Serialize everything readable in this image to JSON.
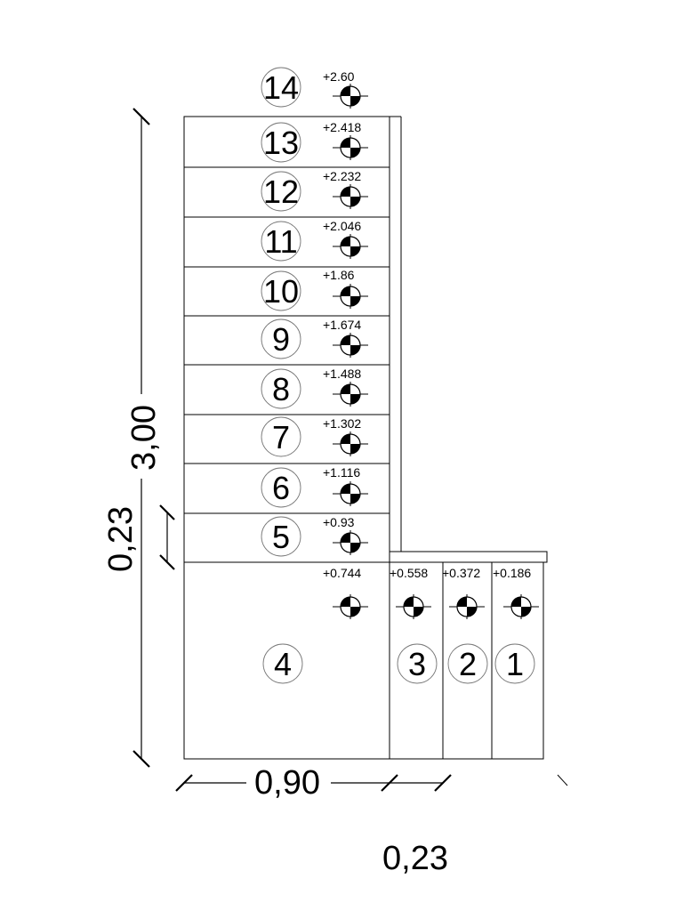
{
  "steps": [
    {
      "label": "1",
      "level": "+0.186"
    },
    {
      "label": "2",
      "level": "+0.372"
    },
    {
      "label": "3",
      "level": "+0.558"
    },
    {
      "label": "4",
      "level": "+0.744"
    },
    {
      "label": "5",
      "level": "+0.93"
    },
    {
      "label": "6",
      "level": "+1.116"
    },
    {
      "label": "7",
      "level": "+1.302"
    },
    {
      "label": "8",
      "level": "+1.488"
    },
    {
      "label": "9",
      "level": "+1.674"
    },
    {
      "label": "10",
      "level": "+1.86"
    },
    {
      "label": "11",
      "level": "+2.046"
    },
    {
      "label": "12",
      "level": "+2.232"
    },
    {
      "label": "13",
      "level": "+2.418"
    },
    {
      "label": "14",
      "level": "+2.60"
    }
  ],
  "dimensions": {
    "total_length": "3,00",
    "landing_width": "0,90",
    "tread_vertical": "0,23",
    "tread_horizontal": "0,23"
  }
}
